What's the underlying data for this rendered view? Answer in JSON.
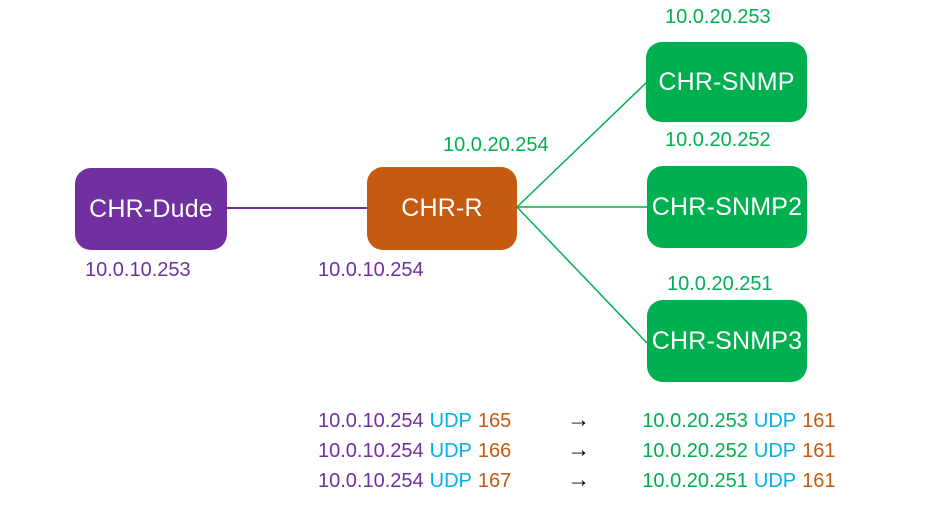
{
  "diagram": {
    "nodes": {
      "chr_dude": {
        "label": "CHR-Dude",
        "ip": "10.0.10.253"
      },
      "chr_r": {
        "label": "CHR-R",
        "ip_left": "10.0.10.254",
        "ip_right": "10.0.20.254"
      },
      "chr_snmp": {
        "label": "CHR-SNMP",
        "ip": "10.0.20.253"
      },
      "chr_snmp2": {
        "label": "CHR-SNMP2",
        "ip": "10.0.20.252"
      },
      "chr_snmp3": {
        "label": "CHR-SNMP3",
        "ip": "10.0.20.251"
      }
    },
    "links": [
      {
        "from": "CHR-Dude",
        "to": "CHR-R",
        "color": "#7030A0"
      },
      {
        "from": "CHR-R",
        "to": "CHR-SNMP",
        "color": "#00B050"
      },
      {
        "from": "CHR-R",
        "to": "CHR-SNMP2",
        "color": "#00B050"
      },
      {
        "from": "CHR-R",
        "to": "CHR-SNMP3",
        "color": "#00B050"
      }
    ],
    "colors": {
      "purple": "#7030A0",
      "orange": "#C55A11",
      "green": "#00B050",
      "blue": "#00B0F0",
      "arrow": "#000000",
      "node_text": "#FFFFFF",
      "background": "#FFFFFF"
    }
  },
  "port_forwarding": {
    "rows": [
      {
        "src_ip": "10.0.10.254",
        "src_proto": "UDP",
        "src_port": "165",
        "arrow": "→",
        "dst_ip": "10.0.20.253",
        "dst_proto": "UDP",
        "dst_port": "161"
      },
      {
        "src_ip": "10.0.10.254",
        "src_proto": "UDP",
        "src_port": "166",
        "arrow": "→",
        "dst_ip": "10.0.20.252",
        "dst_proto": "UDP",
        "dst_port": "161"
      },
      {
        "src_ip": "10.0.10.254",
        "src_proto": "UDP",
        "src_port": "167",
        "arrow": "→",
        "dst_ip": "10.0.20.251",
        "dst_proto": "UDP",
        "dst_port": "161"
      }
    ]
  }
}
